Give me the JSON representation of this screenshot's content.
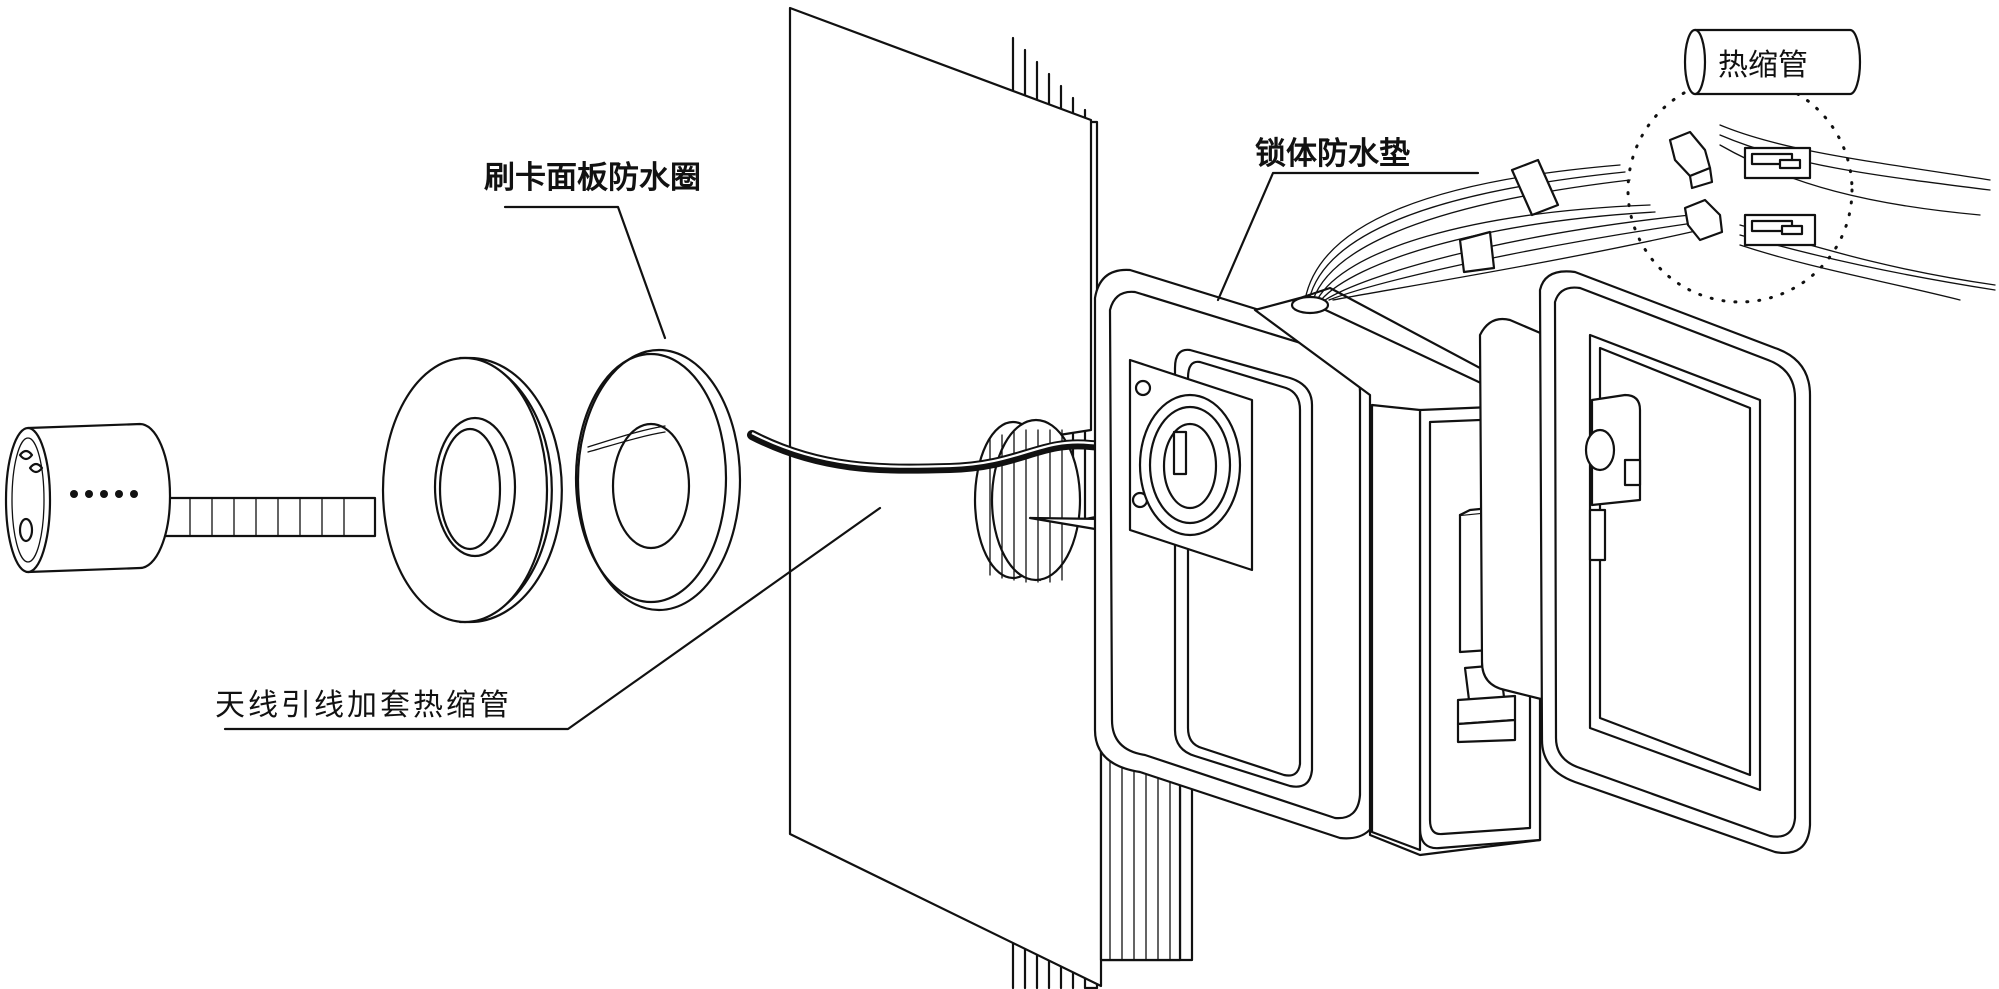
{
  "labels": {
    "card_panel_ring": "刷卡面板防水圈",
    "lock_body_pad": "锁体防水垫",
    "antenna_lead_sleeve": "天线引线加套热缩管",
    "heat_shrink_tube": "热缩管"
  }
}
